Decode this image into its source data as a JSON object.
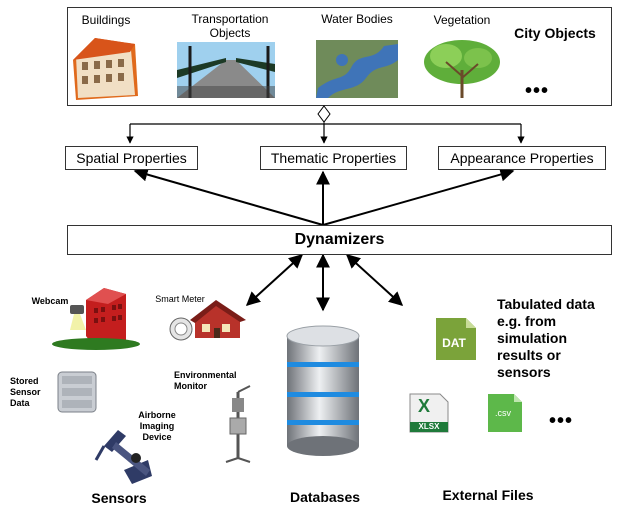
{
  "city_objects": {
    "title": "City Objects",
    "items": [
      {
        "label": "Buildings"
      },
      {
        "label": "Transportation Objects"
      },
      {
        "label": "Water Bodies"
      },
      {
        "label": "Vegetation"
      }
    ],
    "more": "•••"
  },
  "properties": {
    "spatial": "Spatial Properties",
    "thematic": "Thematic Properties",
    "appearance": "Appearance Properties"
  },
  "dynamizers": {
    "label": "Dynamizers"
  },
  "sensors": {
    "title": "Sensors",
    "webcam": "Webcam",
    "smart_meter": "Smart Meter",
    "stored": "Stored Sensor Data",
    "environmental": "Environmental Monitor",
    "airborne": "Airborne Imaging Device"
  },
  "databases": {
    "title": "Databases"
  },
  "external_files": {
    "title": "External Files",
    "description": "Tabulated data e.g. from simulation results or sensors",
    "dat": "DAT",
    "xlsx": "XLSX",
    "x": "X",
    "csv": ".csv",
    "more": "•••"
  }
}
